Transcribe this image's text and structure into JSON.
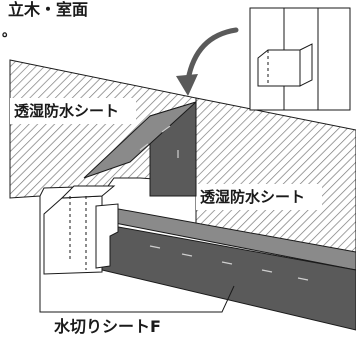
{
  "header_text": "立木・室面",
  "header_dot": "。",
  "label_left_wall": "透湿防水シート",
  "label_right_wall": "透湿防水シート",
  "label_callout": "水切りシートF",
  "colors": {
    "hatch": "#7a7a7a",
    "band_top": "#8a8a8a",
    "band_front": "#5a5a5a",
    "outline": "#1a1a1a",
    "paper": "#ffffff"
  },
  "icons": [
    "curved-arrow-icon"
  ]
}
